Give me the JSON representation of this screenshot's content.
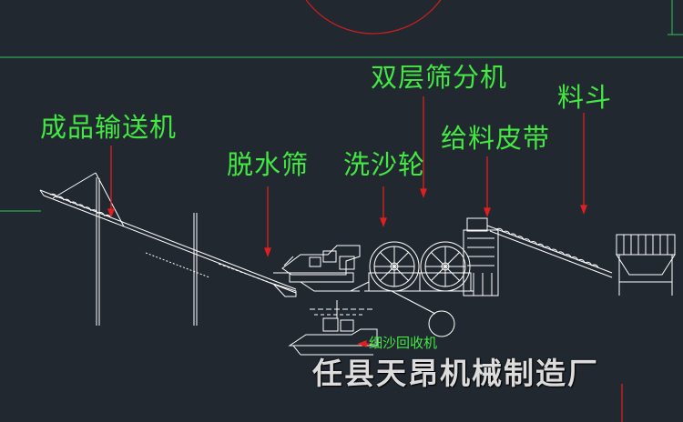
{
  "labels": {
    "product_conveyor": "成品输送机",
    "dewatering_screen": "脱水筛",
    "sand_washer": "洗沙轮",
    "double_deck_screen": "双层筛分机",
    "feed_belt": "给料皮带",
    "hopper": "料斗",
    "fine_sand_recovery": "细沙回收机"
  },
  "watermark": "任县天昂机械制造厂",
  "colors": {
    "background": "#212830",
    "label_green": "#43e843",
    "arrow_red": "#e02020",
    "drawing_white": "#ffffff",
    "grid_green": "#2fa84f",
    "circle_red": "#c42020"
  }
}
